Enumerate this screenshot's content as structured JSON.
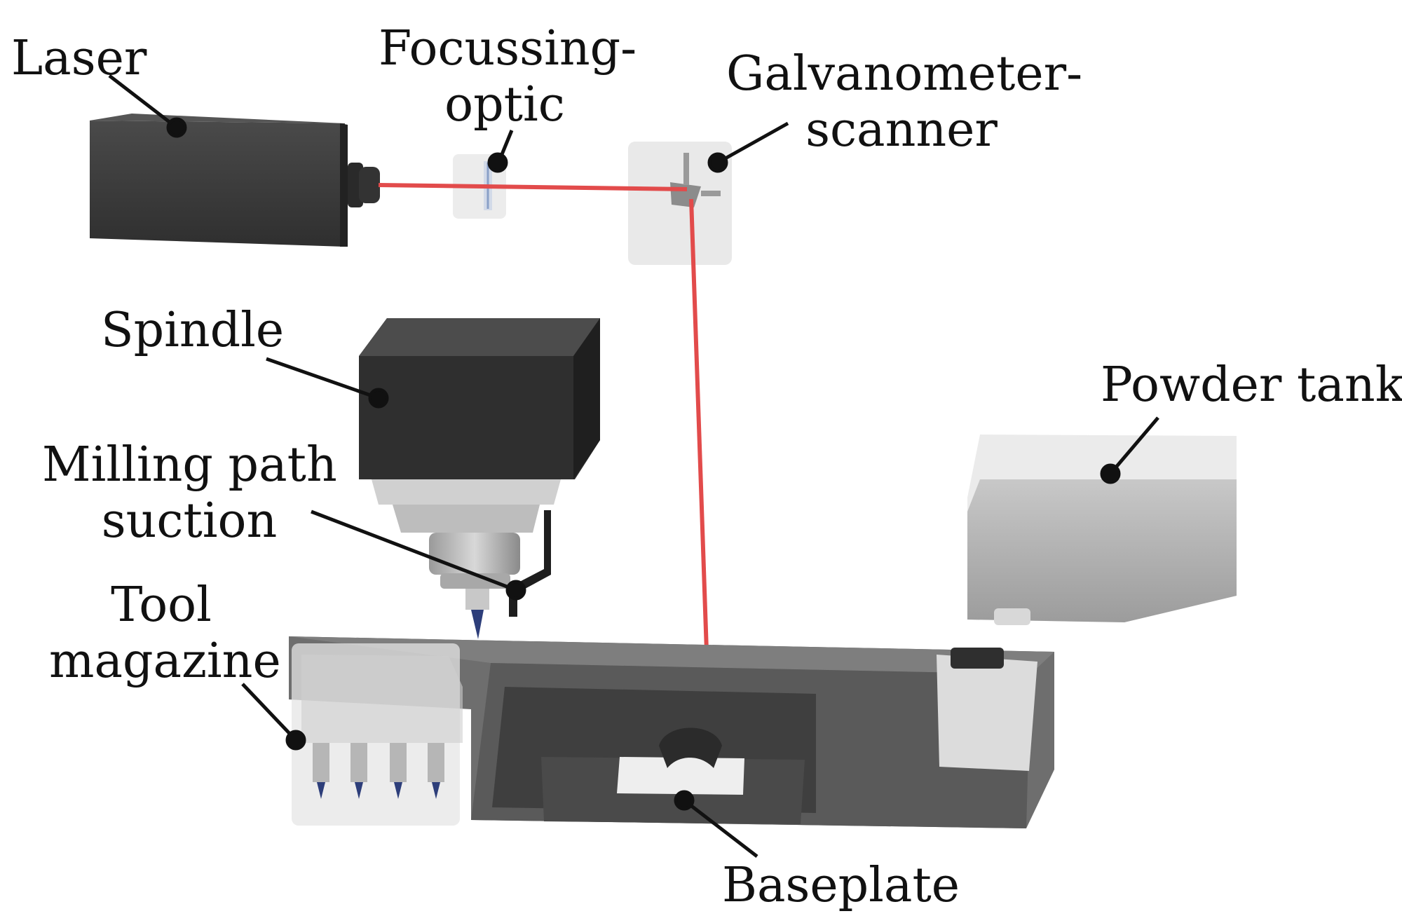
{
  "labels": {
    "laser": "Laser",
    "focusing_optic": [
      "Focussing-",
      "optic"
    ],
    "galvanometer_scanner": [
      "Galvanometer-",
      "scanner"
    ],
    "spindle": "Spindle",
    "milling_path_suction": [
      "Milling path",
      "suction"
    ],
    "tool_magazine": [
      "Tool",
      "magazine"
    ],
    "powder_tank": "Powder tank",
    "baseplate": "Baseplate"
  },
  "colors": {
    "laser_beam": "#e24b4b",
    "dark_body": "#3b3b3b",
    "leader_line": "#111111",
    "machine_grey": "#5a5a5a",
    "translucent_part": "#d9d9d9"
  }
}
